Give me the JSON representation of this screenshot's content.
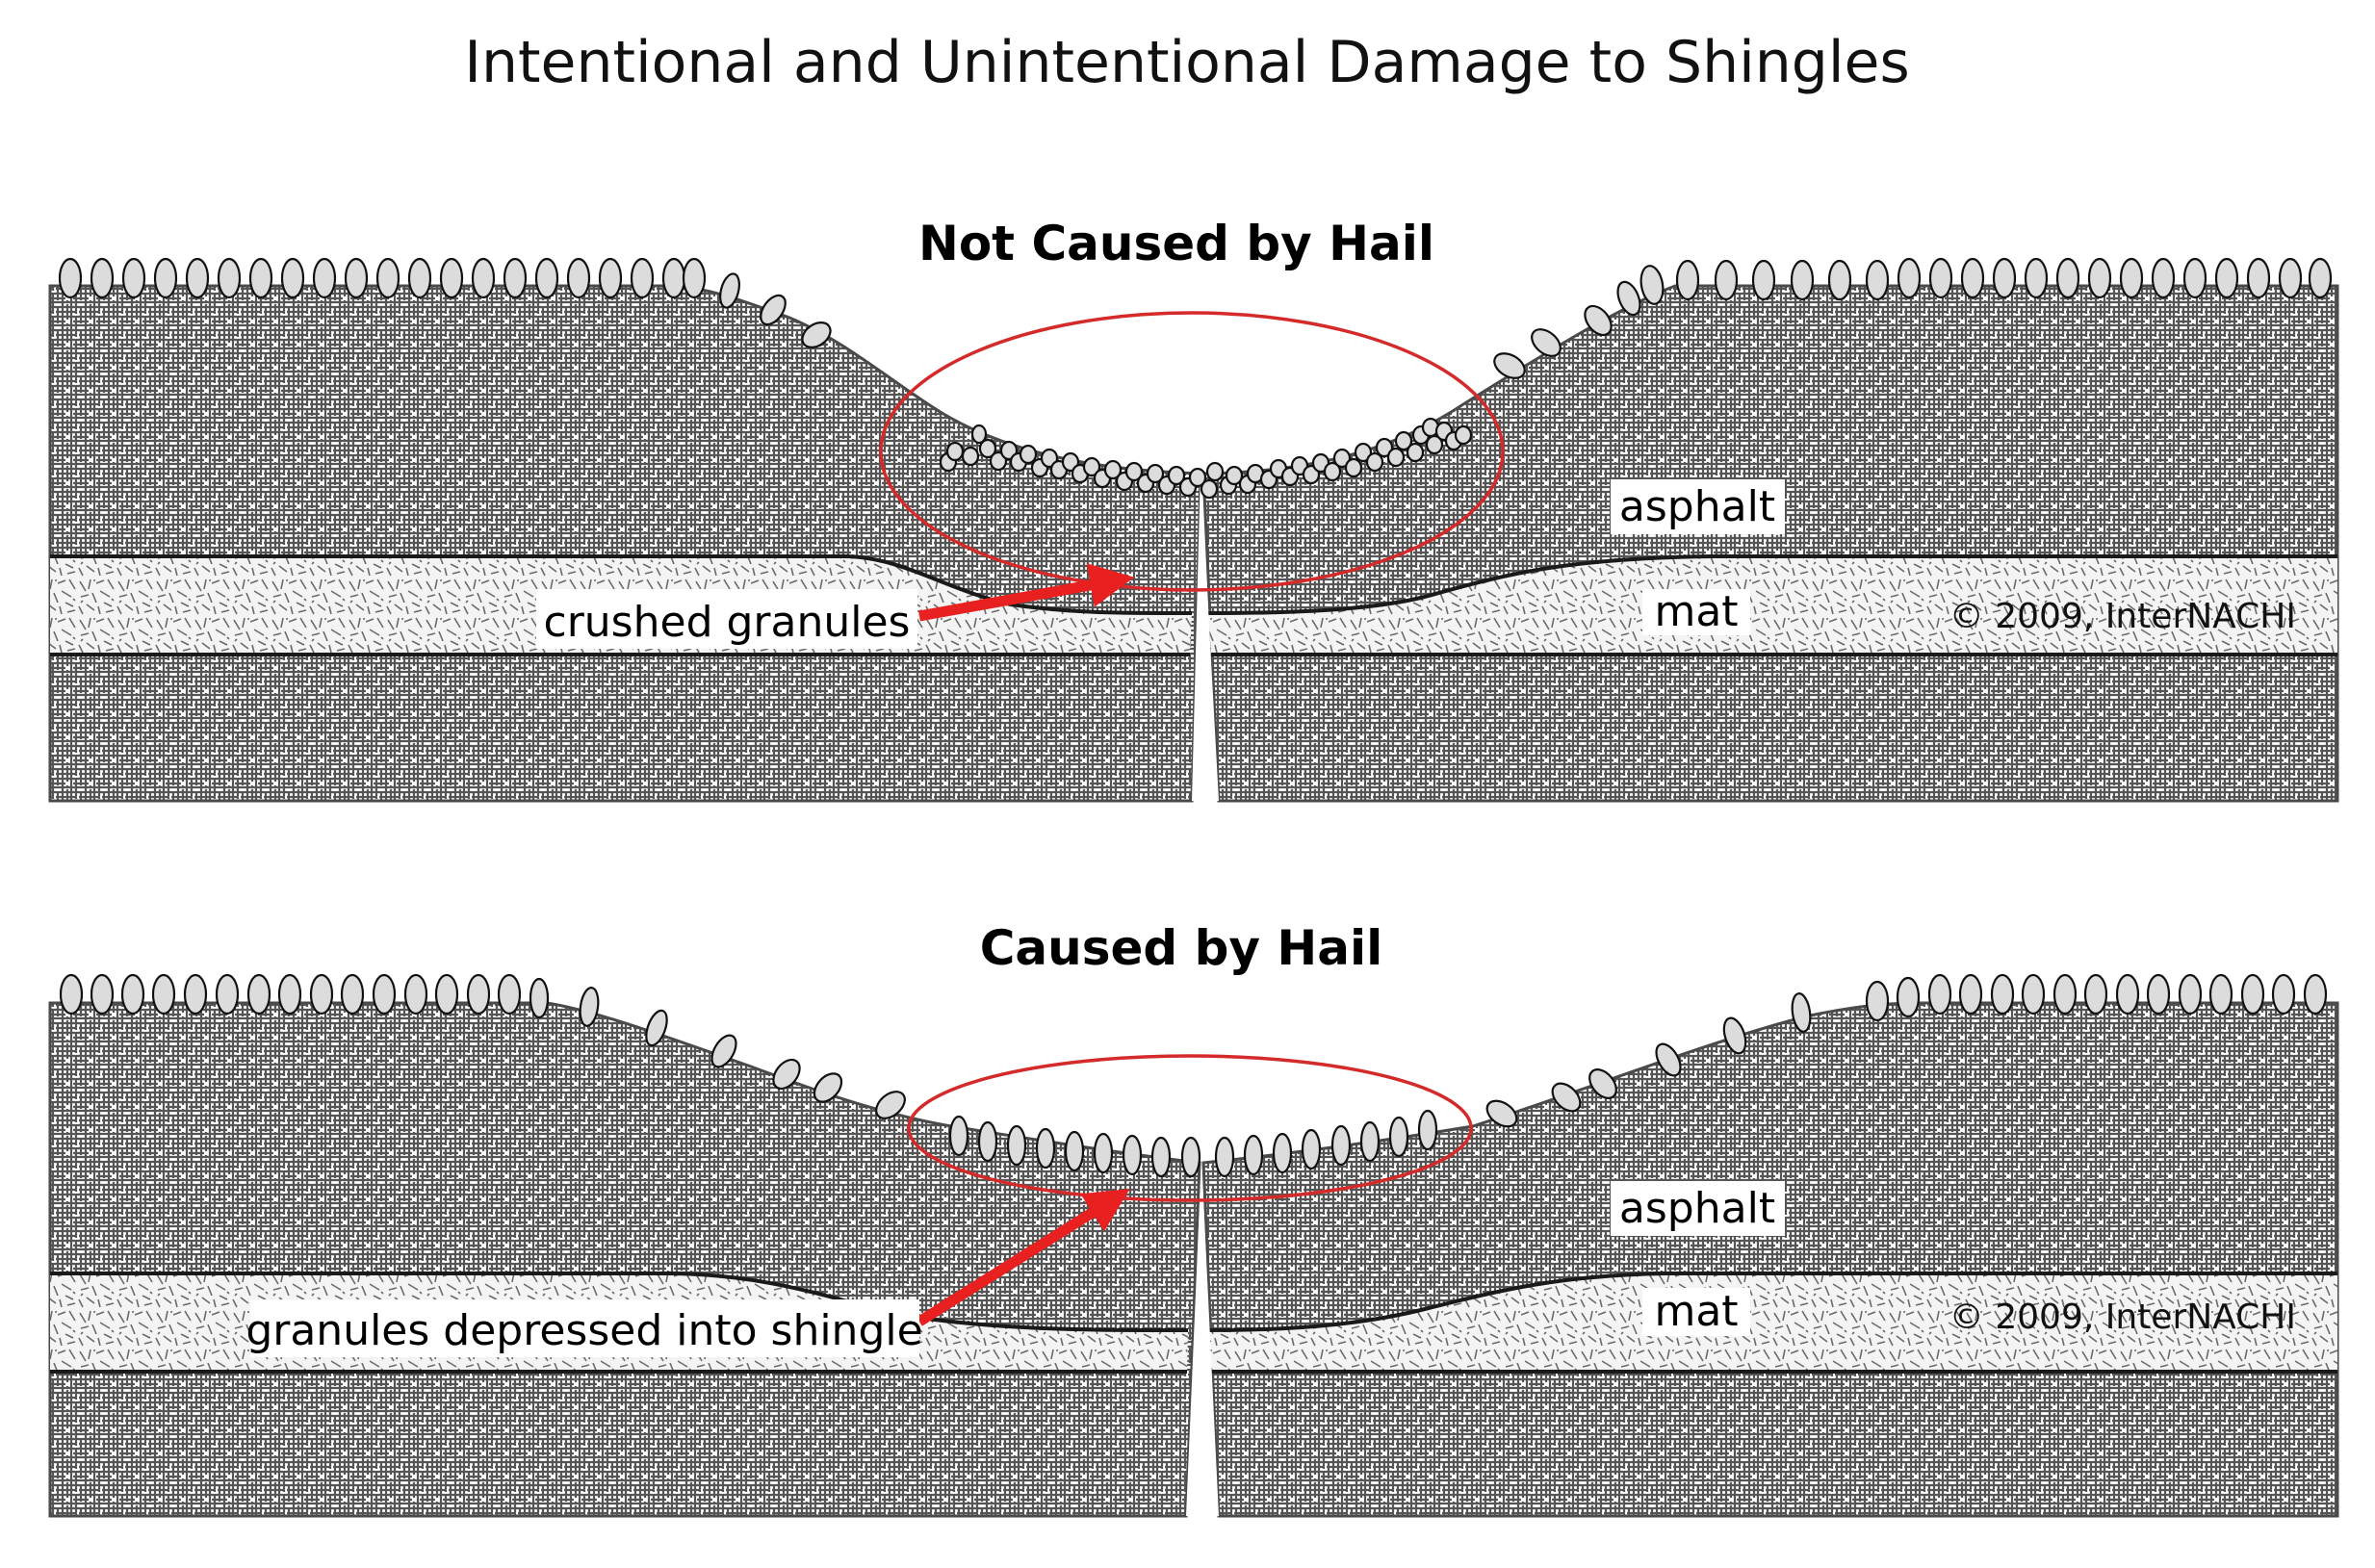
{
  "title": "Intentional and Unintentional Damage to Shingles",
  "colors": {
    "asphalt": "#555555",
    "mat_fiber": "#6a6a6a",
    "granule_fill": "#dcdcdc",
    "highlight_ring": "#d42a2a",
    "arrow": "#e8201f"
  },
  "panels": [
    {
      "heading": "Not Caused by Hail",
      "callout": "crushed granules",
      "layer_labels": {
        "asphalt": "asphalt",
        "mat": "mat"
      },
      "copyright": "© 2009, InterNACHI"
    },
    {
      "heading": "Caused by Hail",
      "callout": "granules depressed into shingle",
      "layer_labels": {
        "asphalt": "asphalt",
        "mat": "mat"
      },
      "copyright": "© 2009, InterNACHI"
    }
  ]
}
